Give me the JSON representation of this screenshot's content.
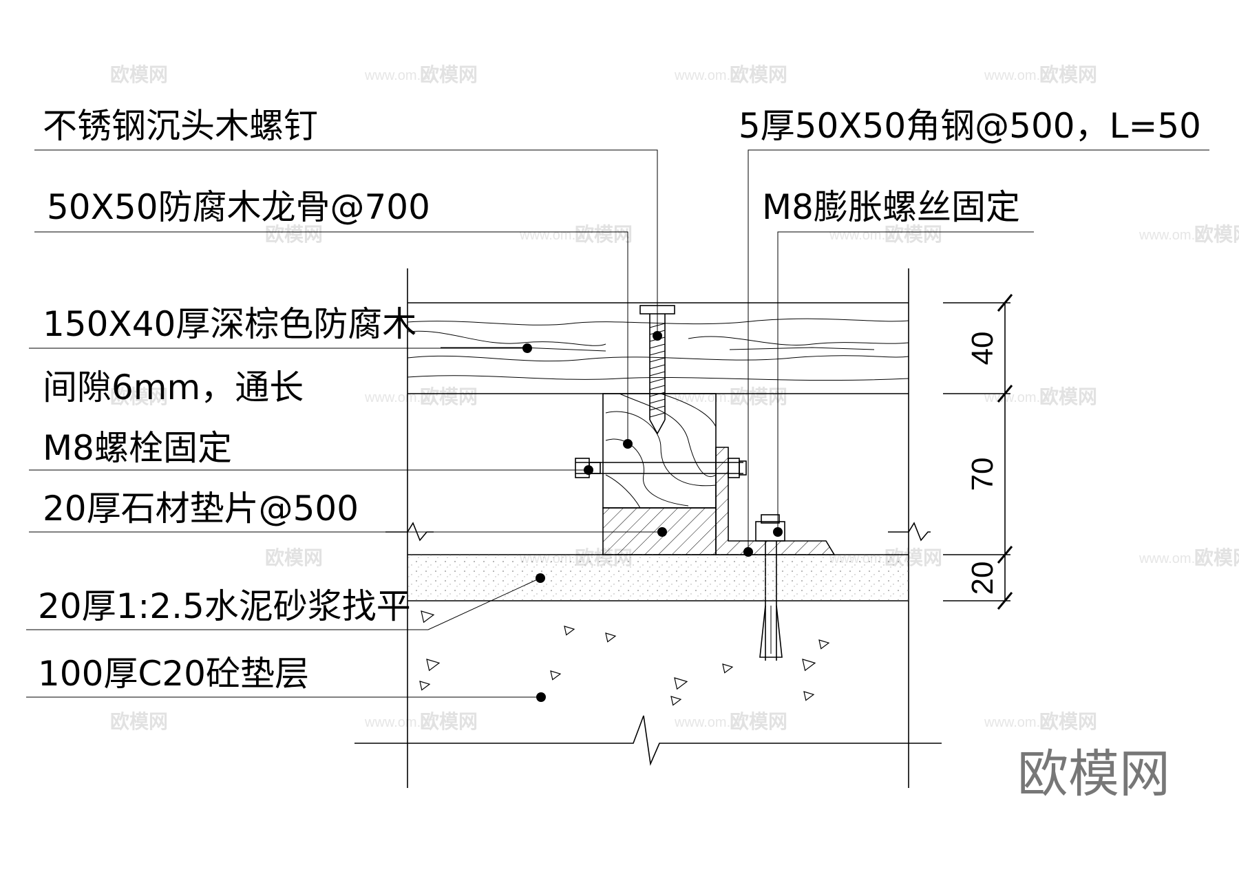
{
  "labels_left": [
    {
      "id": "screw",
      "text": "不锈钢沉头木螺钉"
    },
    {
      "id": "joist",
      "text": "50X50防腐木龙骨@700"
    },
    {
      "id": "board",
      "text": "150X40厚深棕色防腐木"
    },
    {
      "id": "gap",
      "text": "间隙6mm，通长"
    },
    {
      "id": "bolt",
      "text": "M8螺栓固定"
    },
    {
      "id": "pad",
      "text": "20厚石材垫片@500"
    },
    {
      "id": "mortar",
      "text": "20厚1:2.5水泥砂浆找平"
    },
    {
      "id": "concrete",
      "text": "100厚C20砼垫层"
    }
  ],
  "labels_right": [
    {
      "id": "angle",
      "text": "5厚50X50角钢@500，L=50"
    },
    {
      "id": "anchor",
      "text": "M8膨胀螺丝固定"
    }
  ],
  "dimensions": [
    "40",
    "70",
    "20"
  ],
  "watermark": {
    "logo": "欧模网",
    "url": "www.om.cn"
  },
  "brand_mark": "欧模网"
}
